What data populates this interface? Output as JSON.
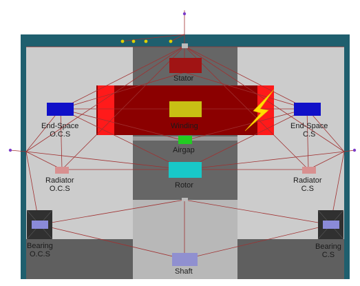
{
  "colors": {
    "frame_teal": "#1f5f6e",
    "outer_gray": "#d8d8d8",
    "inner_gray": "#c8c8c8",
    "dark_gray": "#666666",
    "mid_gray": "#8a8a8a",
    "light_gray": "#b8b8b8",
    "wire": "#a03030",
    "stator": "#a01414",
    "winding_frame": "#8b0000",
    "winding_block": "#c8c014",
    "airgap": "#22cc22",
    "rotor": "#18c8c8",
    "endspace": "#1010c8",
    "radiator": "#d89090",
    "bearing_box": "#303030",
    "bearing_inner": "#8a8ad8",
    "shaft": "#9090d0",
    "red_side": "#ff1a1a",
    "bolt": "#ffdd00"
  },
  "labels": {
    "stator": "Stator",
    "winding": "Winding",
    "airgap": "Airgap",
    "rotor": "Rotor",
    "shaft": "Shaft",
    "endspace_ocs": [
      "End-Space",
      "O.C.S"
    ],
    "endspace_cs": [
      "End-Space",
      "C.S"
    ],
    "radiator_ocs": [
      "Radiator",
      "O.C.S"
    ],
    "radiator_cs": [
      "Radiator",
      "C.S"
    ],
    "bearing_ocs": [
      "Bearing",
      "O.C.S"
    ],
    "bearing_cs": [
      "Bearing",
      "C.S"
    ]
  },
  "icons": {
    "lightning": "lightning-bolt-icon"
  }
}
